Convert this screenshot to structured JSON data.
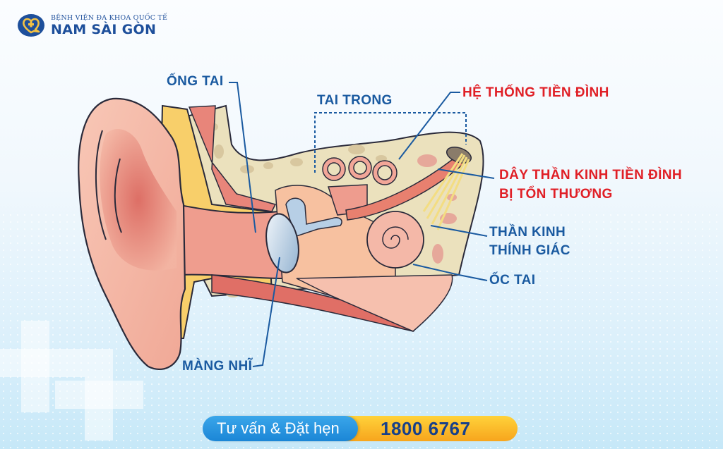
{
  "brand": {
    "subtitle": "BỆNH VIỆN ĐA KHOA QUỐC TẾ",
    "name": "NAM SÀI GÒN",
    "logo_icon": "heart-cross-icon",
    "colors": {
      "primary": "#1e4f9b",
      "accent": "#f5c242"
    }
  },
  "diagram": {
    "title": "Ear anatomy — vestibular nerve damage",
    "labels": {
      "ear_canal": "ỐNG TAI",
      "inner_ear": "TAI TRONG",
      "vestibular_system": "HỆ THỐNG TIỀN ĐÌNH",
      "vestibular_nerve_line1": "DÂY THẦN KINH TIỀN ĐÌNH",
      "vestibular_nerve_line2": "BỊ TỔN THƯƠNG",
      "auditory_nerve_line1": "THẦN KINH",
      "auditory_nerve_line2": "THÍNH GIÁC",
      "cochlea": "ỐC TAI",
      "eardrum": "MÀNG NHĨ"
    },
    "colors": {
      "label_blue": "#1a5aa0",
      "label_red": "#e01f26",
      "leader_line": "#1a5aa0"
    }
  },
  "cta": {
    "label": "Tư vấn & Đặt hẹn",
    "phone": "1800 6767",
    "colors": {
      "left": "#2596e0",
      "right": "#fbbf2c",
      "phone_text": "#17408a"
    }
  }
}
